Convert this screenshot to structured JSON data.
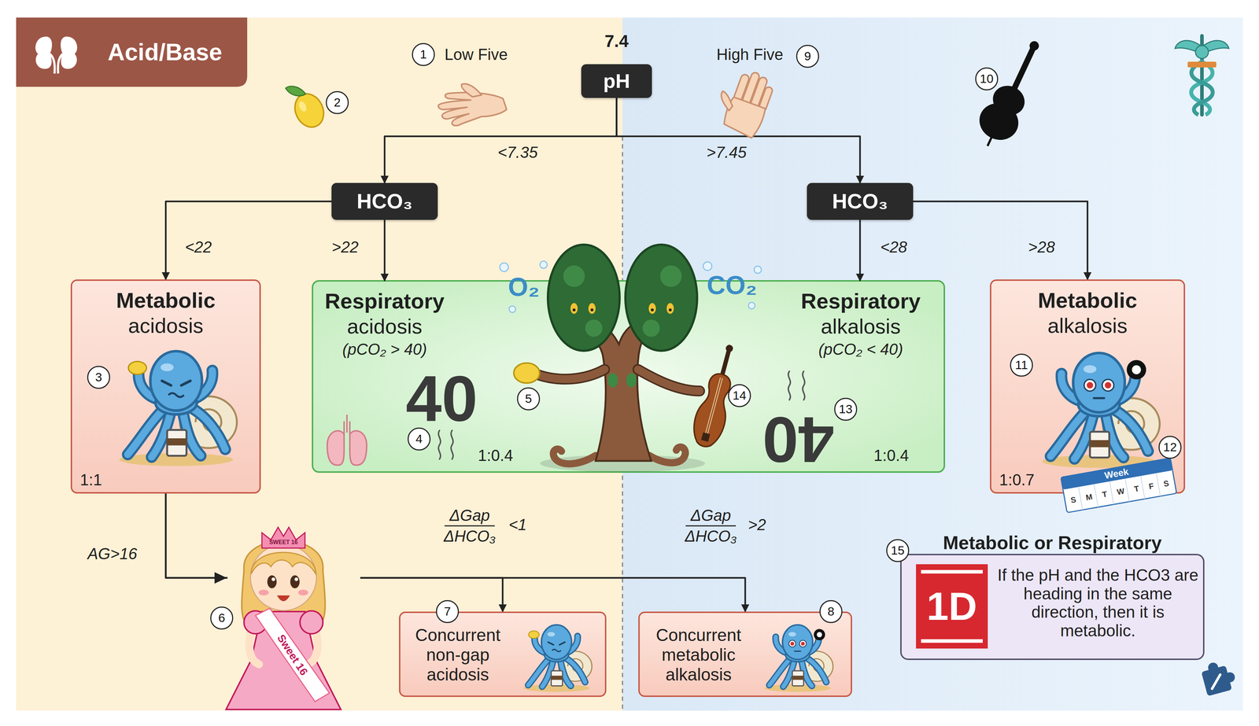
{
  "diagram": {
    "title": "Acid/Base",
    "nodes": [
      {
        "text": [
          "7.4",
          "pH"
        ]
      },
      {
        "text": [
          "HCO₃"
        ]
      },
      {
        "text": [
          "HCO₃"
        ]
      },
      {
        "text": [
          "Metabolic",
          "acidosis",
          "1:1"
        ]
      },
      {
        "text": [
          "Respiratory",
          "acidosis",
          "(pCO₂ > 40)",
          "1:0.4"
        ]
      },
      {
        "text": [
          "Respiratory",
          "alkalosis",
          "(pCO₂ < 40)",
          "1:0.4"
        ]
      },
      {
        "text": [
          "Metabolic",
          "alkalosis",
          "1:0.7"
        ]
      },
      {
        "text": [
          "Concurrent non-gap acidosis"
        ]
      },
      {
        "text": [
          "Concurrent metabolic alkalosis"
        ]
      },
      {
        "text": [
          "Metabolic or Respiratory",
          "If the pH and the HCO3 are heading in the same direction, then it is metabolic."
        ]
      }
    ],
    "edges": [
      {
        "from": 0,
        "to": 1,
        "arrow": "to",
        "label": "<7.35"
      },
      {
        "from": 0,
        "to": 2,
        "arrow": "to",
        "label": ">7.45"
      },
      {
        "from": 1,
        "to": 3,
        "arrow": "to",
        "label": "<22"
      },
      {
        "from": 1,
        "to": 4,
        "arrow": "to",
        "label": ">22"
      },
      {
        "from": 2,
        "to": 5,
        "arrow": "to",
        "label": "<28"
      },
      {
        "from": 2,
        "to": 6,
        "arrow": "to",
        "label": ">28"
      },
      {
        "from": 3,
        "to": 7,
        "arrow": "to",
        "label": "<1"
      },
      {
        "from": 3,
        "to": 8,
        "arrow": "to",
        "label": ">2"
      }
    ],
    "labels": [
      "Low Five",
      "1",
      "High Five",
      "9",
      "2",
      "10",
      "3",
      "40",
      "4",
      "5",
      "O₂",
      "CO₂",
      "14",
      "40",
      "13",
      "11",
      "12",
      "Week",
      "S M T W T F S",
      "AG>16",
      "SWEET 16",
      "Sweet 16",
      "6",
      "ΔGap",
      "ΔHCO₃",
      "ΔGap",
      "ΔHCO₃",
      "7",
      "8",
      "15",
      "1D"
    ]
  }
}
